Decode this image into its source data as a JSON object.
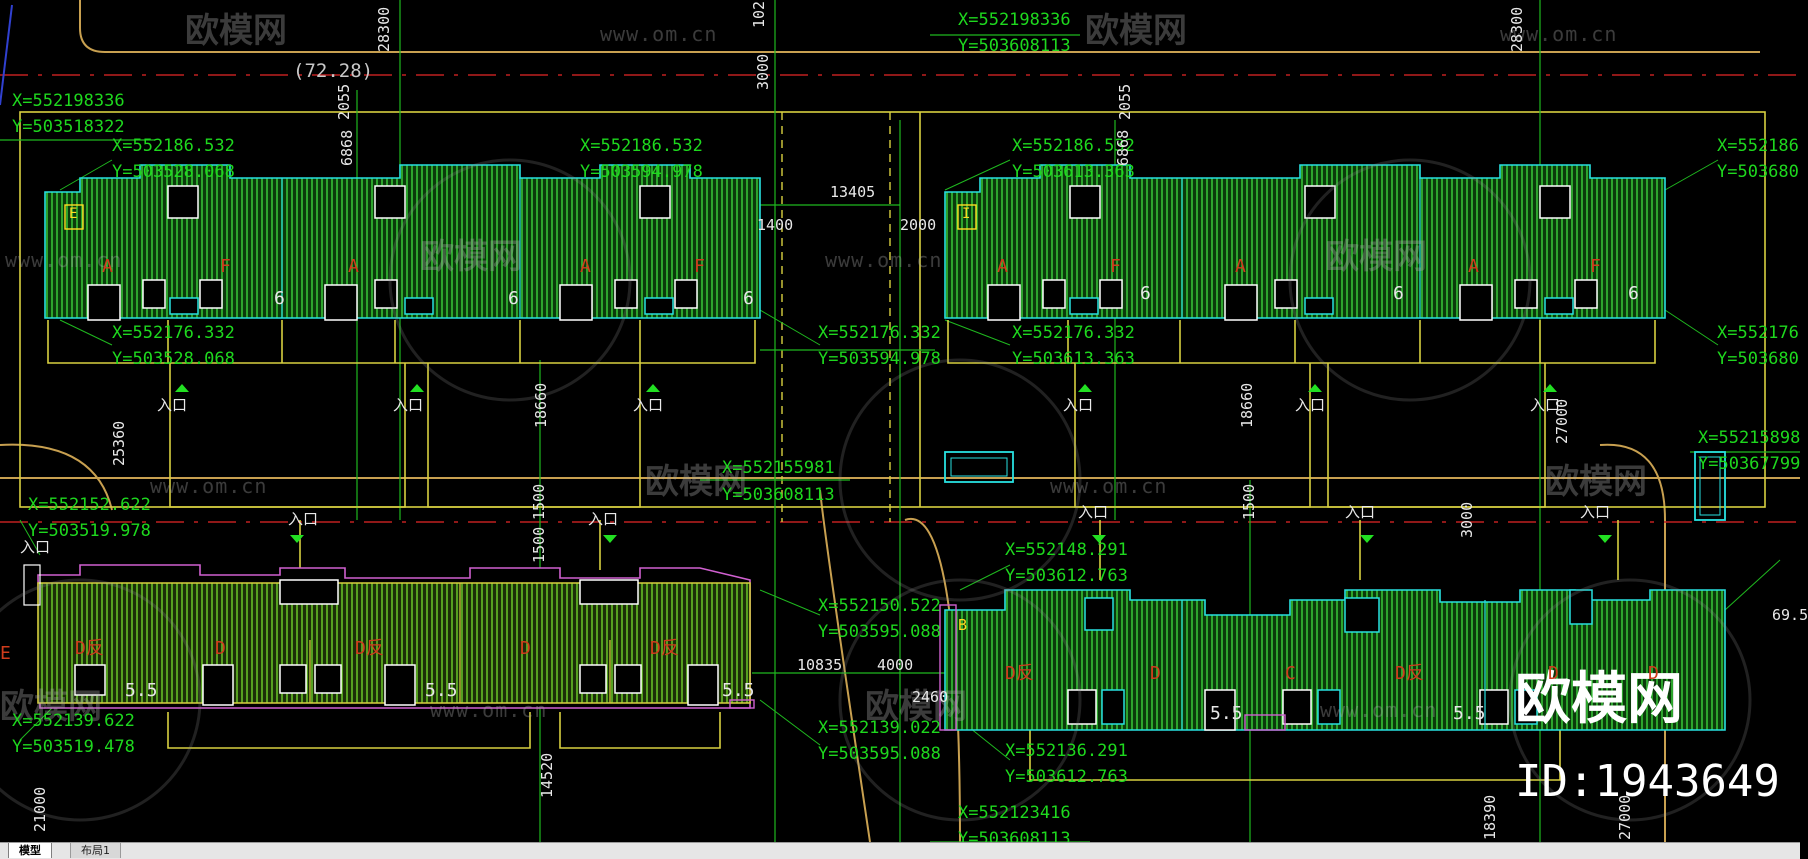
{
  "tabs": {
    "model": "模型",
    "layout1": "布局1"
  },
  "watermark": {
    "brand": "欧模网",
    "url": "www.om.cn",
    "id": "ID:1943649"
  },
  "road_dim": "(72.28)",
  "coords": {
    "c1": "X=552198336",
    "c2": "Y=503518322",
    "c3": "X=552198336",
    "c4": "Y=503608113",
    "c5": "X=552186.532",
    "c6": "Y=503528.068",
    "c7": "X=552186.532",
    "c8": "Y=503594.978",
    "c9": "X=552186.532",
    "c10": "Y=503613.363",
    "c11": "X=552186",
    "c12": "Y=503680",
    "c13": "X=552176.332",
    "c14": "Y=503528.068",
    "c15": "X=552176.332",
    "c16": "Y=503594.978",
    "c17": "X=552176.332",
    "c18": "Y=503613.363",
    "c19": "X=552176",
    "c20": "Y=503680",
    "c21": "X=552155981",
    "c22": "Y=503608113",
    "c23": "X=55215898",
    "c24": "Y=50367799",
    "c25": "X=552152.622",
    "c26": "Y=503519.978",
    "c27": "X=552148.291",
    "c28": "Y=503612.763",
    "c29": "X=552150.522",
    "c30": "Y=503595.088",
    "c31": "X=552139.622",
    "c32": "Y=503519.478",
    "c33": "X=552139.022",
    "c34": "Y=503595.088",
    "c35": "X=552136.291",
    "c36": "Y=503612.763",
    "c37": "X=552123416",
    "c38": "Y=503608113"
  },
  "dims": {
    "d13405": "13405",
    "d1400": "1400",
    "d2000": "2000",
    "d10835": "10835",
    "d4000": "4000",
    "d2460": "2460",
    "d69": "69.5"
  },
  "vdims": {
    "v28300a": "28300",
    "v28300b": "28300",
    "v3000a": "3000",
    "v3000b": "3000",
    "v2055a": "2055",
    "v2055b": "2055",
    "v6868a": "6868",
    "v6868b": "6868",
    "v25360": "25360",
    "v18660a": "18660",
    "v18660b": "18660",
    "v27000a": "27000",
    "v27000b": "27000",
    "v1500a": "1500",
    "v1500b": "1500",
    "v1500c": "1500",
    "v14520": "14520",
    "v21000": "21000",
    "v18390": "18390",
    "v102": "102"
  },
  "labels": {
    "entrance": "入口",
    "floor6": "6",
    "floor55": "5.5",
    "unitA": "A",
    "unitF": "F",
    "unitD": "D",
    "unitDfan": "D反",
    "unitC": "C",
    "unitE": "E",
    "unitB": "B",
    "unitI": "I"
  }
}
